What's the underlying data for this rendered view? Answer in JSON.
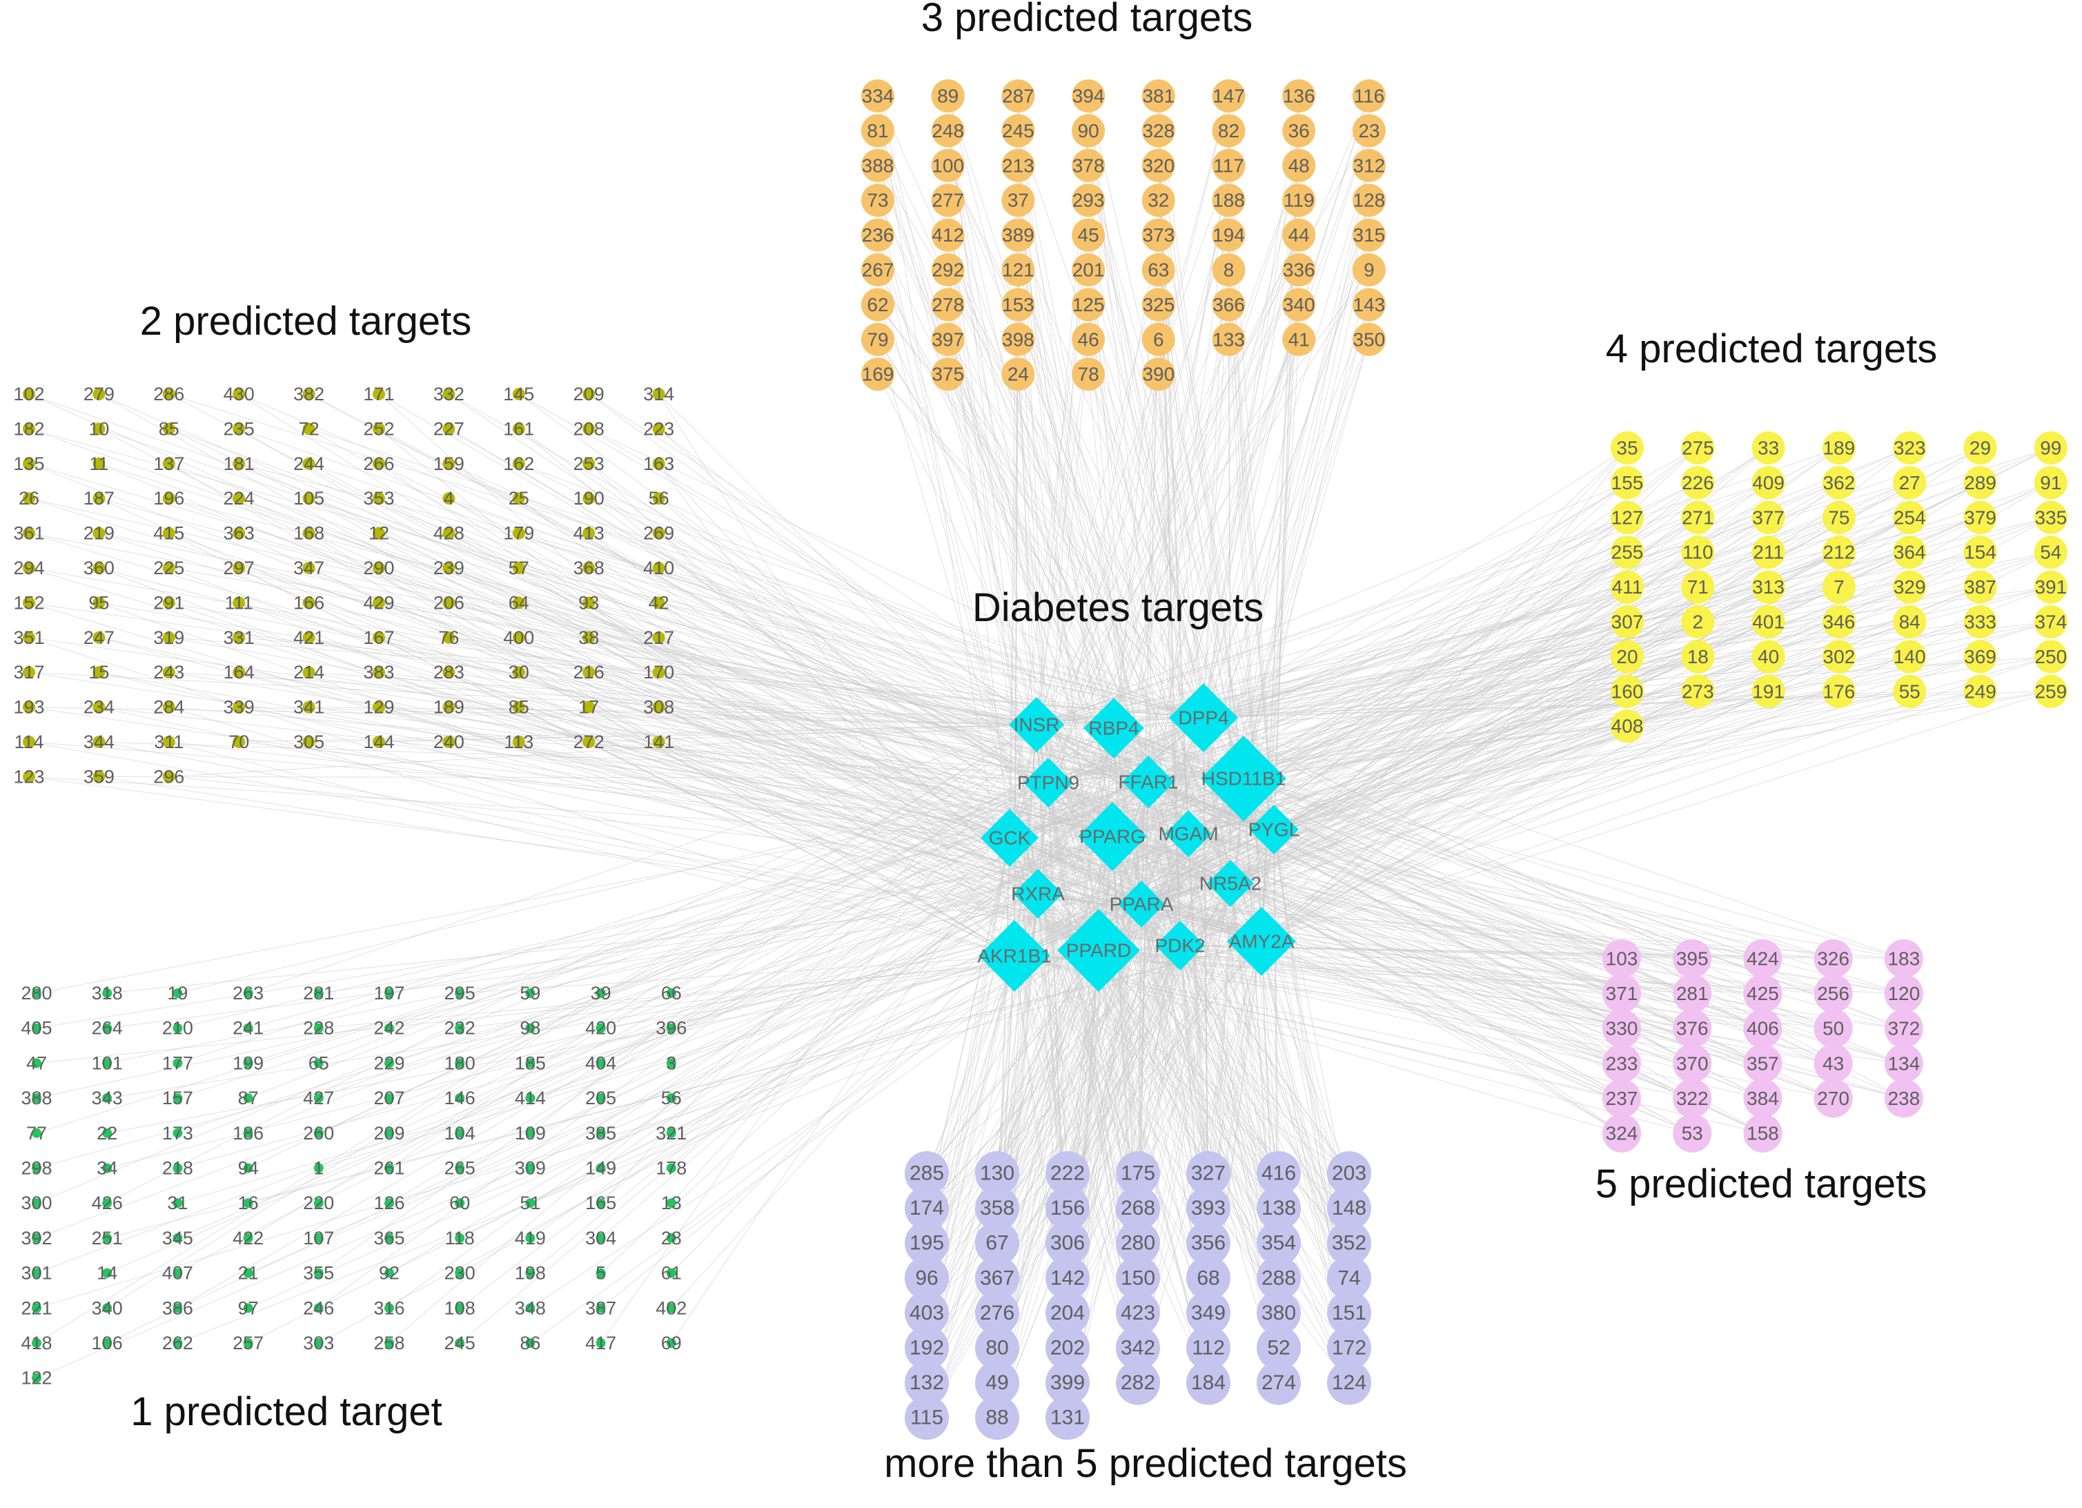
{
  "title": "Diabetes targets",
  "colors": {
    "edge": "#c9c9c9",
    "core": "#00e5ee",
    "g1": "#22c55e",
    "g2": "#b6b800",
    "g3": "#f7c36a",
    "g4": "#f8f24a",
    "g5": "#f1c2f1",
    "g6": "#c4c4ee"
  },
  "core_targets": [
    "INSR",
    "RBP4",
    "DPP4",
    "PTPN9",
    "FFAR1",
    "HSD11B1",
    "GCK",
    "PPARG",
    "MGAM",
    "PYGL",
    "NR5A2",
    "RXRA",
    "PPARA",
    "AKR1B1",
    "PPARD",
    "PDK2",
    "AMY2A"
  ],
  "groups": [
    {
      "key": "g3",
      "title": "3 predicted targets",
      "columns": 8,
      "ids": [
        "334",
        "89",
        "287",
        "394",
        "381",
        "147",
        "136",
        "116",
        "81",
        "248",
        "245",
        "90",
        "328",
        "82",
        "36",
        "23",
        "388",
        "100",
        "213",
        "378",
        "320",
        "117",
        "48",
        "312",
        "73",
        "277",
        "37",
        "293",
        "32",
        "188",
        "119",
        "128",
        "236",
        "412",
        "389",
        "45",
        "373",
        "194",
        "44",
        "315",
        "267",
        "292",
        "121",
        "201",
        "63",
        "8",
        "336",
        "9",
        "62",
        "278",
        "153",
        "125",
        "325",
        "366",
        "340",
        "143",
        "79",
        "397",
        "398",
        "46",
        "6",
        "133",
        "41",
        "350",
        "169",
        "375",
        "24",
        "78",
        "390"
      ]
    },
    {
      "key": "g2",
      "title": "2 predicted targets",
      "columns": 10,
      "ids": [
        "102",
        "279",
        "286",
        "430",
        "382",
        "171",
        "332",
        "145",
        "209",
        "314",
        "182",
        "10",
        "85",
        "235",
        "72",
        "252",
        "227",
        "161",
        "208",
        "223",
        "135",
        "11",
        "137",
        "181",
        "244",
        "266",
        "159",
        "162",
        "253",
        "163",
        "26",
        "187",
        "196",
        "224",
        "105",
        "353",
        "4",
        "25",
        "190",
        "56",
        "361",
        "219",
        "415",
        "363",
        "168",
        "12",
        "428",
        "179",
        "413",
        "269",
        "294",
        "360",
        "225",
        "297",
        "347",
        "290",
        "239",
        "57",
        "368",
        "410",
        "152",
        "95",
        "291",
        "111",
        "166",
        "429",
        "206",
        "64",
        "93",
        "42",
        "351",
        "247",
        "319",
        "331",
        "421",
        "167",
        "76",
        "400",
        "38",
        "217",
        "317",
        "15",
        "243",
        "164",
        "214",
        "383",
        "283",
        "30",
        "216",
        "170",
        "193",
        "234",
        "284",
        "339",
        "341",
        "129",
        "189",
        "85",
        "17",
        "308",
        "114",
        "344",
        "311",
        "70",
        "305",
        "144",
        "240",
        "113",
        "272",
        "141",
        "123",
        "359",
        "296"
      ]
    },
    {
      "key": "g4",
      "title": "4 predicted targets",
      "columns": 7,
      "ids": [
        "35",
        "275",
        "33",
        "189",
        "323",
        "29",
        "99",
        "155",
        "226",
        "409",
        "362",
        "27",
        "289",
        "91",
        "127",
        "271",
        "377",
        "75",
        "254",
        "379",
        "335",
        "255",
        "110",
        "211",
        "212",
        "364",
        "154",
        "54",
        "411",
        "71",
        "313",
        "7",
        "329",
        "387",
        "391",
        "307",
        "2",
        "401",
        "346",
        "84",
        "333",
        "374",
        "20",
        "18",
        "40",
        "302",
        "140",
        "369",
        "250",
        "160",
        "273",
        "191",
        "176",
        "55",
        "249",
        "259",
        "408"
      ]
    },
    {
      "key": "g1",
      "title": "1 predicted target",
      "columns": 10,
      "ids": [
        "280",
        "318",
        "19",
        "263",
        "281",
        "197",
        "295",
        "59",
        "39",
        "66",
        "405",
        "264",
        "210",
        "241",
        "228",
        "242",
        "232",
        "98",
        "420",
        "396",
        "47",
        "101",
        "177",
        "199",
        "65",
        "229",
        "180",
        "185",
        "404",
        "3",
        "388",
        "343",
        "157",
        "87",
        "427",
        "207",
        "146",
        "414",
        "205",
        "56",
        "77",
        "22",
        "173",
        "186",
        "260",
        "209",
        "104",
        "109",
        "385",
        "321",
        "298",
        "34",
        "218",
        "94",
        "1",
        "261",
        "265",
        "309",
        "149",
        "178",
        "300",
        "426",
        "31",
        "16",
        "220",
        "126",
        "60",
        "51",
        "165",
        "13",
        "392",
        "251",
        "345",
        "422",
        "107",
        "365",
        "118",
        "419",
        "304",
        "28",
        "301",
        "14",
        "407",
        "21",
        "355",
        "92",
        "230",
        "198",
        "5",
        "61",
        "221",
        "340",
        "386",
        "97",
        "246",
        "316",
        "108",
        "348",
        "387",
        "402",
        "418",
        "106",
        "262",
        "257",
        "303",
        "258",
        "245",
        "86",
        "417",
        "69",
        "122"
      ]
    },
    {
      "key": "g5",
      "title": "5 predicted targets",
      "columns": 5,
      "ids": [
        "103",
        "395",
        "424",
        "326",
        "183",
        "371",
        "281",
        "425",
        "256",
        "120",
        "330",
        "376",
        "406",
        "50",
        "372",
        "233",
        "370",
        "357",
        "43",
        "134",
        "237",
        "322",
        "384",
        "270",
        "238",
        "324",
        "53",
        "158"
      ]
    },
    {
      "key": "g6",
      "title": "more than 5 predicted targets",
      "columns": 7,
      "ids": [
        "285",
        "130",
        "222",
        "175",
        "327",
        "416",
        "203",
        "174",
        "358",
        "156",
        "268",
        "393",
        "138",
        "148",
        "195",
        "67",
        "306",
        "280",
        "356",
        "354",
        "352",
        "96",
        "367",
        "142",
        "150",
        "68",
        "288",
        "74",
        "403",
        "276",
        "204",
        "423",
        "349",
        "380",
        "151",
        "192",
        "80",
        "202",
        "342",
        "112",
        "52",
        "172",
        "132",
        "49",
        "399",
        "282",
        "184",
        "274",
        "124",
        "115",
        "88",
        "131"
      ]
    }
  ]
}
